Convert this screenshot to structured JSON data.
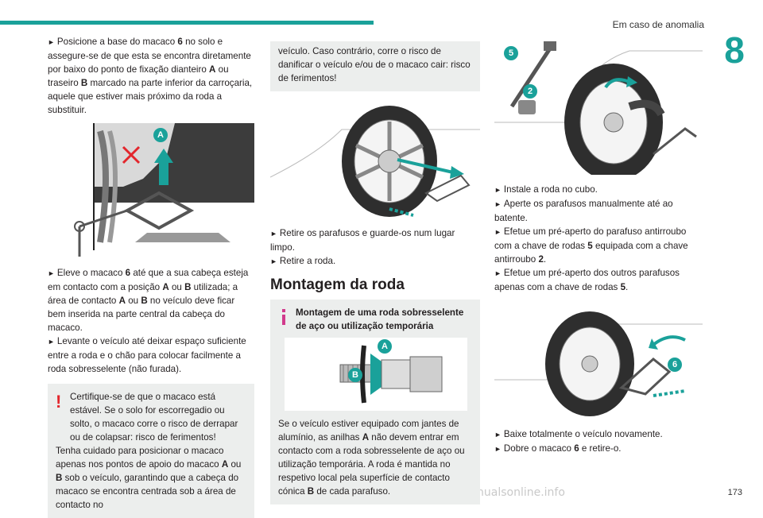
{
  "header": {
    "title": "Em caso de anomalia",
    "chapter": "8",
    "page": "173"
  },
  "watermark": "carmanualsonline.info",
  "col1": {
    "p1": {
      "a": "Posicione a base do macaco ",
      "b1": "6",
      "c": " no solo e assegure-se de que esta se encontra diretamente por baixo do ponto de fixação dianteiro ",
      "b2": "A",
      "d": " ou traseiro ",
      "b3": "B",
      "e": " marcado na parte inferior da carroçaria, aquele que estiver mais próximo da roda a substituir."
    },
    "fig_label": "A",
    "p2": {
      "a": "Eleve o macaco ",
      "b1": "6",
      "c": " até que a sua cabeça esteja em contacto com a posição ",
      "b2": "A",
      "d": " ou ",
      "b3": "B",
      "e": " utilizada; a área de contacto ",
      "b4": "A",
      "f": " ou ",
      "b5": "B",
      "g": " no veículo deve ficar bem inserida na parte central da cabeça do macaco."
    },
    "p3": "Levante o veículo até deixar espaço suficiente entre a roda e o chão para colocar facilmente a roda sobresselente (não furada).",
    "warn": {
      "mark": "!",
      "l1": "Certifique-se de que o macaco está estável. Se o solo for escorregadio ou solto, o macaco corre o risco de derrapar ou de colapsar: risco de ferimentos!",
      "l2a": "Tenha cuidado para posicionar o macaco apenas nos pontos de apoio do macaco ",
      "l2b": "A",
      "l2c": " ou ",
      "l2d": "B",
      "l2e": " sob o veículo, garantindo que a cabeça do macaco se encontra centrada sob a área de contacto no"
    }
  },
  "col2": {
    "cont": "veículo. Caso contrário, corre o risco de danificar o veículo e/ou de o macaco cair: risco de ferimentos!",
    "b1": "Retire os parafusos e guarde-os num lugar limpo.",
    "b2": "Retire a roda.",
    "h2": "Montagem da roda",
    "info": {
      "title": "Montagem de uma roda sobresselente de aço ou utilização temporária",
      "labels": [
        "A",
        "B"
      ],
      "t1": "Se o veículo estiver equipado com jantes de alumínio, as anilhas ",
      "t2": "A",
      "t3": " não devem entrar em contacto com a roda sobresselente de aço ou utilização temporária. A roda é mantida no respetivo local pela superfície de contacto cónica ",
      "t4": "B",
      "t5": " de cada parafuso."
    }
  },
  "col3": {
    "fig1_labels": [
      "5",
      "2"
    ],
    "s1": "Instale a roda no cubo.",
    "s2": "Aperte os parafusos manualmente até ao batente.",
    "s3a": "Efetue um pré-aperto do parafuso antirroubo com a chave de rodas ",
    "s3b": "5",
    "s3c": " equipada com a chave antirroubo ",
    "s3d": "2",
    "s3e": ".",
    "s4a": "Efetue um pré-aperto dos outros parafusos apenas com a chave de rodas ",
    "s4b": "5",
    "s4c": ".",
    "fig2_label": "6",
    "s5": "Baixe totalmente o veículo novamente.",
    "s6a": "Dobre o macaco ",
    "s6b": "6",
    "s6c": " e retire-o."
  },
  "bullet": "►",
  "colors": {
    "accent": "#1aa19a",
    "warning": "#e3262c",
    "info": "#d13a8c",
    "panel": "#eceeed"
  }
}
